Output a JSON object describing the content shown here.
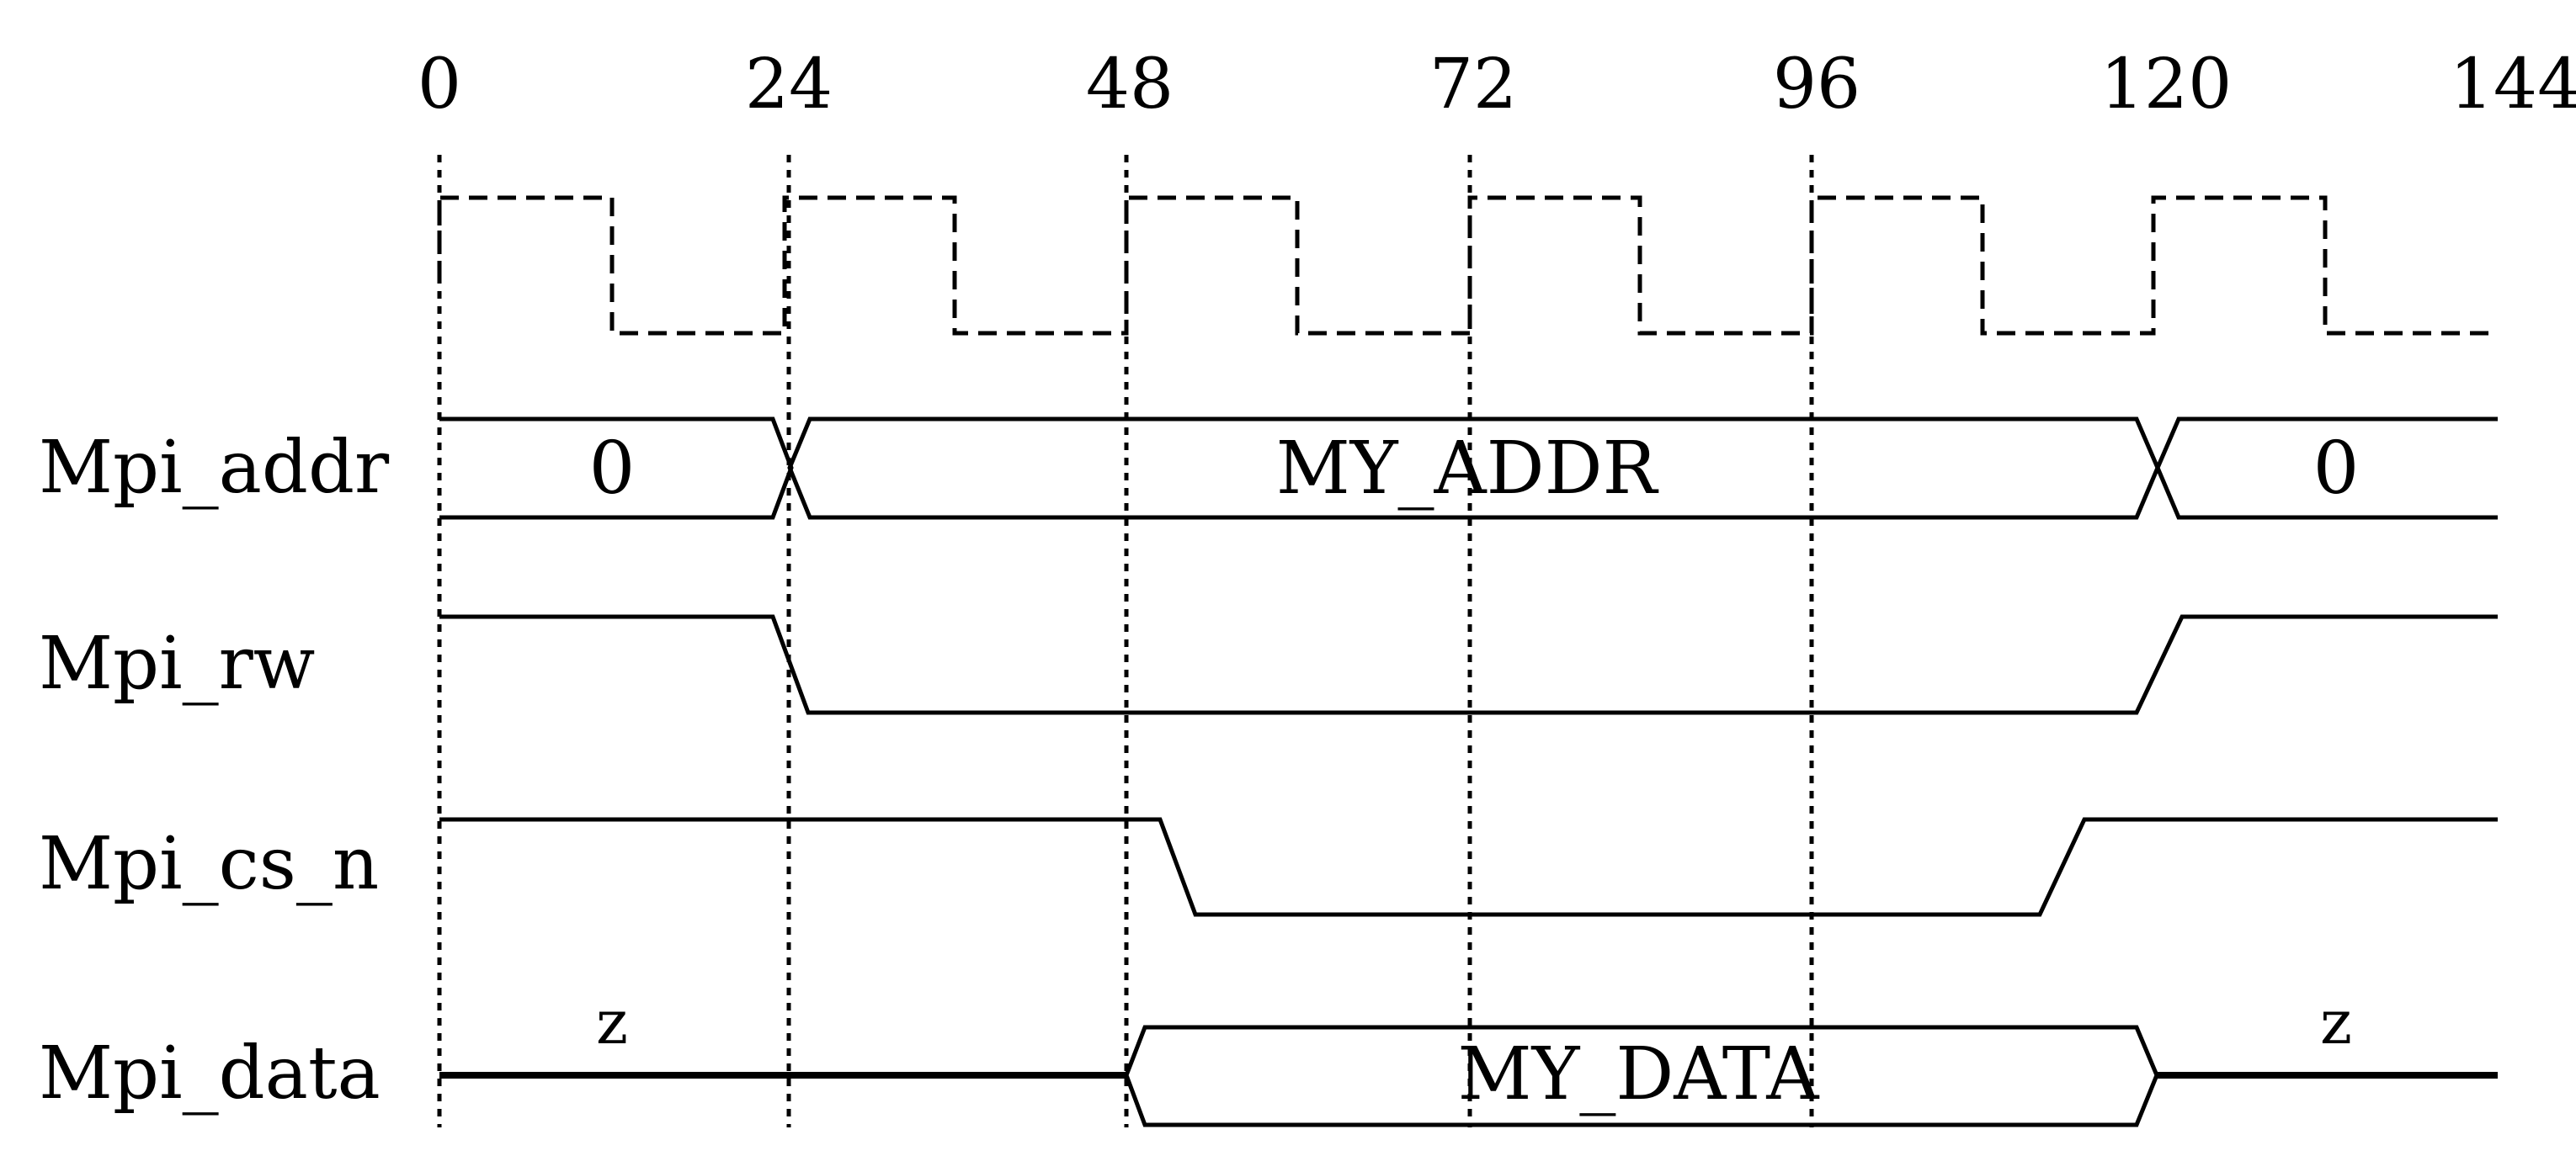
{
  "time_axis": {
    "ticks": [
      "0",
      "24",
      "48",
      "72",
      "96",
      "120",
      "144"
    ],
    "tick_values": [
      0,
      24,
      48,
      72,
      96,
      120,
      144
    ],
    "clock_period": 24,
    "clock_high_first": true
  },
  "signals": [
    {
      "id": "mpi_addr",
      "name": "Mpi_addr",
      "kind": "bus",
      "segments": [
        {
          "value": "0",
          "start": 0,
          "end": 24
        },
        {
          "value": "MY_ADDR",
          "start": 24,
          "end": 120
        },
        {
          "value": "0",
          "start": 120,
          "end": 144
        }
      ]
    },
    {
      "id": "mpi_rw",
      "name": "Mpi_rw",
      "kind": "bit",
      "transitions": [
        {
          "time": 0,
          "level": "high"
        },
        {
          "time": 24,
          "level": "low"
        },
        {
          "time": 120,
          "level": "high"
        }
      ]
    },
    {
      "id": "mpi_cs_n",
      "name": "Mpi_cs_n",
      "kind": "bit",
      "transitions": [
        {
          "time": 0,
          "level": "high"
        },
        {
          "time": 48,
          "level": "low"
        },
        {
          "time": 120,
          "level": "high"
        }
      ]
    },
    {
      "id": "mpi_data",
      "name": "Mpi_data",
      "kind": "bus",
      "segments": [
        {
          "value": "z",
          "start": 0,
          "end": 48,
          "state": "high-impedance"
        },
        {
          "value": "MY_DATA",
          "start": 48,
          "end": 120
        },
        {
          "value": "z",
          "start": 120,
          "end": 144,
          "state": "high-impedance"
        }
      ]
    }
  ]
}
